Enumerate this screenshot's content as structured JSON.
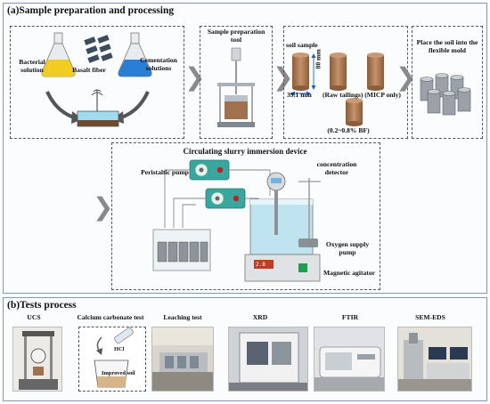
{
  "section_a": {
    "title": "(a)Sample preparation and processing",
    "materials": {
      "bacterial": "Bacterial solution",
      "fiber": "Basalt fiber",
      "cementation": "Cementation solutions"
    },
    "tool": {
      "label": "Sample preparation tool"
    },
    "samples": {
      "label": "soil sample",
      "height": "80 mm",
      "diameter": "39.1 mm",
      "raw": "(Raw tailings) (MICP only)",
      "bf": "(0.2~0.8% BF)"
    },
    "mold": {
      "label": "Place the soil into the flexible mold"
    },
    "device": {
      "title": "Circulating slurry immersion device",
      "pump": "Peristaltic pump",
      "detector": "concentration detector",
      "oxygen": "Oxygen supply pump",
      "agitator": "Magnetic agitator",
      "display": "2.8"
    }
  },
  "section_b": {
    "title": "(b)Tests process",
    "tests": [
      "UCS",
      "Calcium carbonate test",
      "Leaching test",
      "XRD",
      "FTIR",
      "SEM-EDS"
    ],
    "calcium": {
      "hcl": "HCl",
      "soil": "Improved soil"
    }
  },
  "colors": {
    "border": "#7d98b8",
    "chevron": "#8a8a8a",
    "soil": "#a0714e",
    "pump": "#3aa6a0",
    "liquid": "#bfe4f0"
  }
}
